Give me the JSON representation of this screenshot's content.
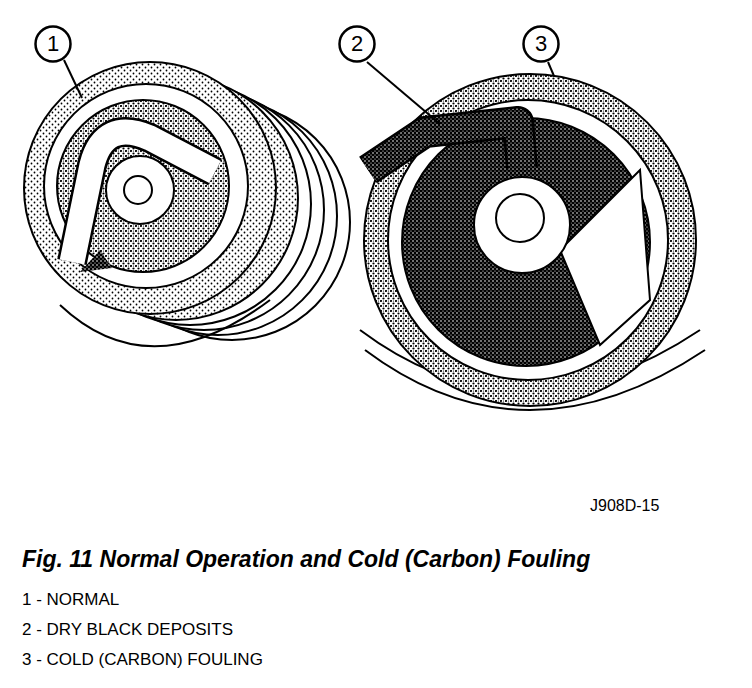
{
  "diagram": {
    "caption": "Fig. 11 Normal Operation and Cold (Carbon) Fouling",
    "nodes": [
      {
        "text": [
          "1"
        ]
      },
      {
        "text": [
          "2"
        ]
      },
      {
        "text": [
          "3"
        ]
      }
    ],
    "labels": [
      "J908D-15",
      "1 - NORMAL",
      "2 - DRY BLACK DEPOSITS",
      "3 - COLD (CARBON) FOULING"
    ]
  }
}
